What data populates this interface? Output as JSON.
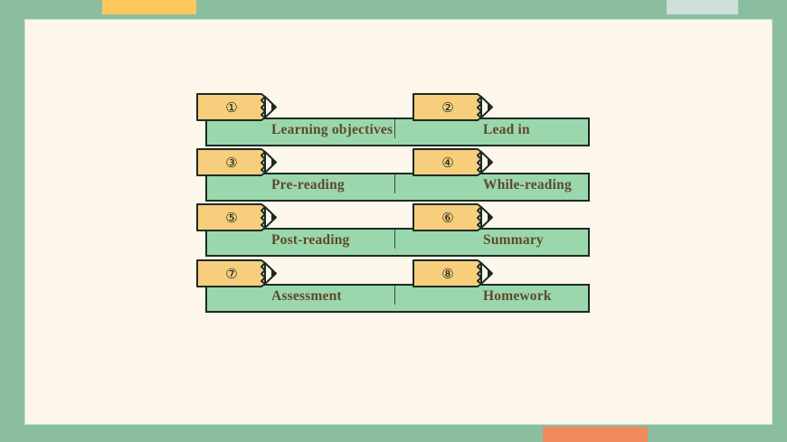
{
  "slide": {
    "background_color": "#8BBE9E",
    "canvas_color": "#FDF6EA",
    "accent_yellow": "#FDC85C",
    "accent_blue": "#CDDFDA",
    "accent_orange": "#EE8A5C"
  },
  "diagram": {
    "type": "lesson-procedure-steps",
    "bar_color": "#9BD7AC",
    "pencil_color": "#F6CE7C",
    "pencil_tip_color": "#1B2B22",
    "label_color": "#5C4A2C",
    "rows": [
      {
        "left": {
          "number": "①",
          "label": "Learning objectives"
        },
        "right": {
          "number": "②",
          "label": "Lead in"
        }
      },
      {
        "left": {
          "number": "③",
          "label": "Pre-reading"
        },
        "right": {
          "number": "④",
          "label": "While-reading"
        }
      },
      {
        "left": {
          "number": "⑤",
          "label": "Post-reading"
        },
        "right": {
          "number": "⑥",
          "label": "Summary"
        }
      },
      {
        "left": {
          "number": "⑦",
          "label": "Assessment"
        },
        "right": {
          "number": "⑧",
          "label": "Homework"
        }
      }
    ]
  }
}
